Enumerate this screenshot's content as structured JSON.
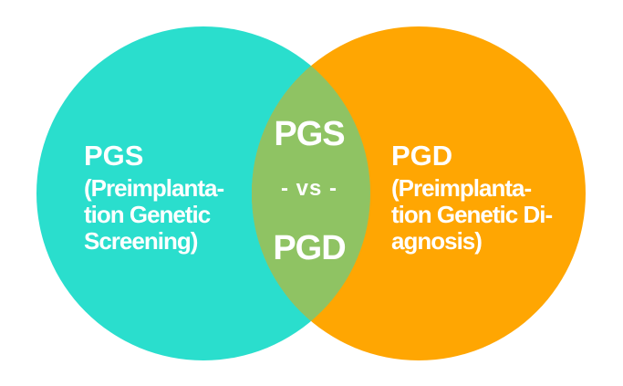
{
  "diagram": {
    "type": "venn",
    "background_color": "#FFFFFF",
    "text_color": "#FFFFFF",
    "left_circle": {
      "color": "#2ADECD",
      "title": "PGS",
      "lines": [
        "(Preimplanta-",
        "tion Genetic",
        "Screening)"
      ]
    },
    "right_circle": {
      "color": "#FFA602",
      "title": "PGD",
      "lines": [
        "(Preimplanta-",
        "tion Genetic Di-",
        "agnosis)"
      ]
    },
    "overlap": {
      "color": "#8FC363",
      "line1": "PGS",
      "line2": "- vs -",
      "line3": "PGD"
    }
  }
}
